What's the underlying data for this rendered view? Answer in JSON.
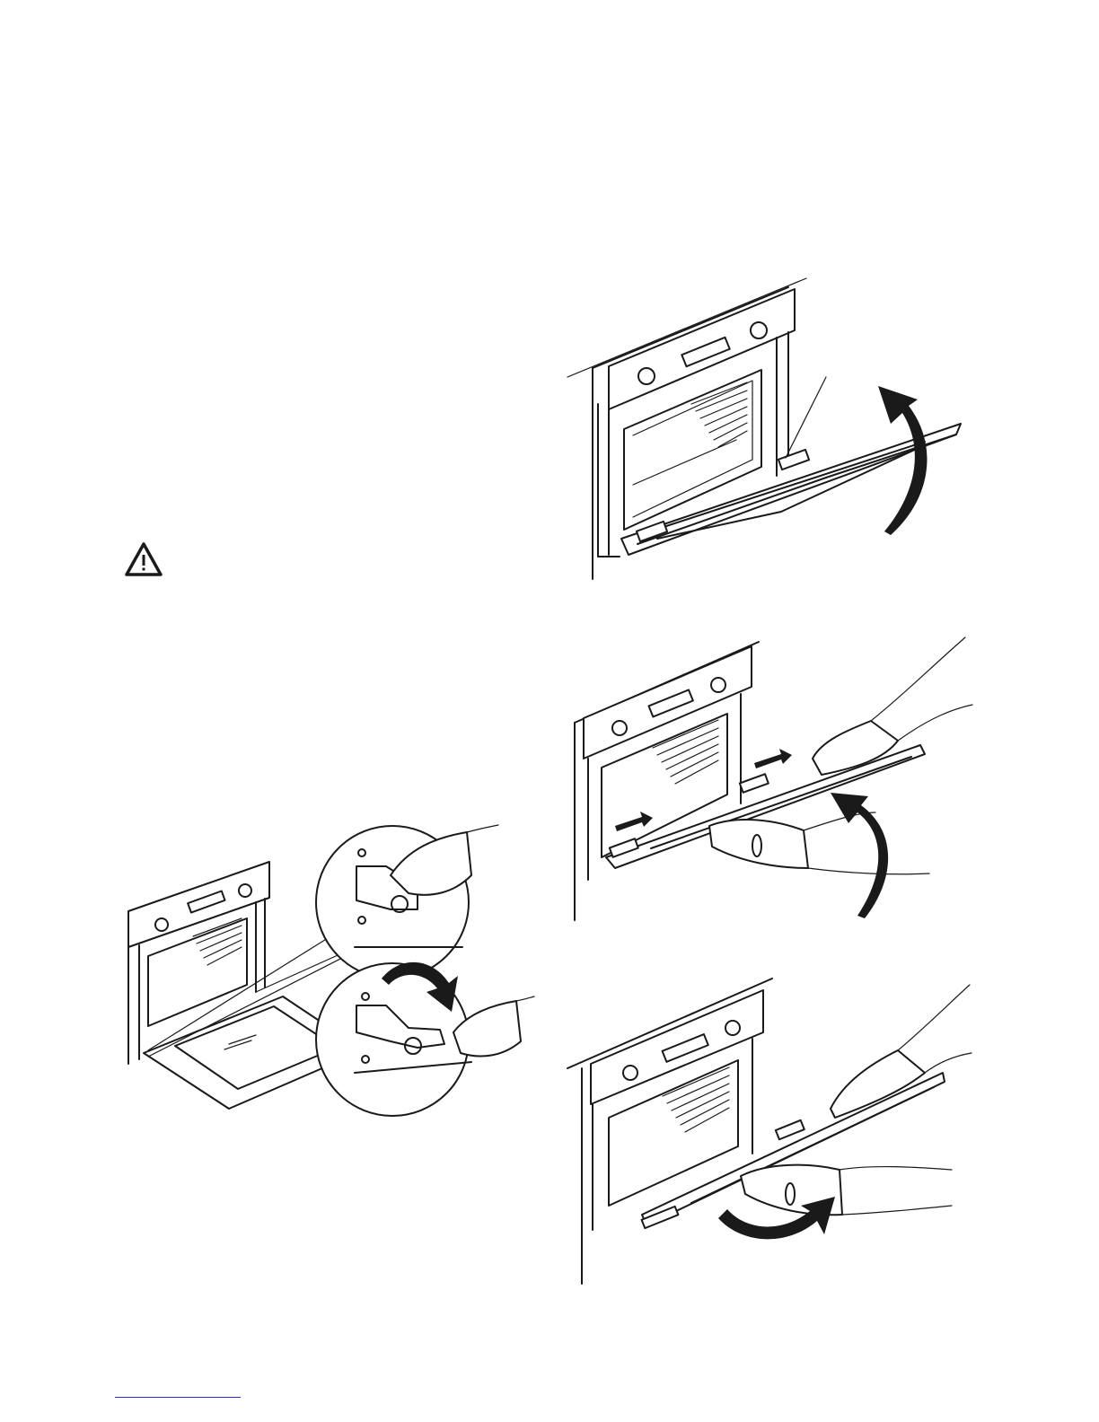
{
  "page": {
    "illustrations": [
      {
        "name": "oven-door-raise-illustration"
      },
      {
        "name": "oven-door-lift-out-illustration"
      },
      {
        "name": "oven-door-remove-illustration"
      },
      {
        "name": "hinge-lever-detail-illustration"
      }
    ],
    "warning_icon": "warning-triangle-icon",
    "colors": {
      "line": "#1a1a1a",
      "footer_rule": "#2b2bd6"
    }
  }
}
